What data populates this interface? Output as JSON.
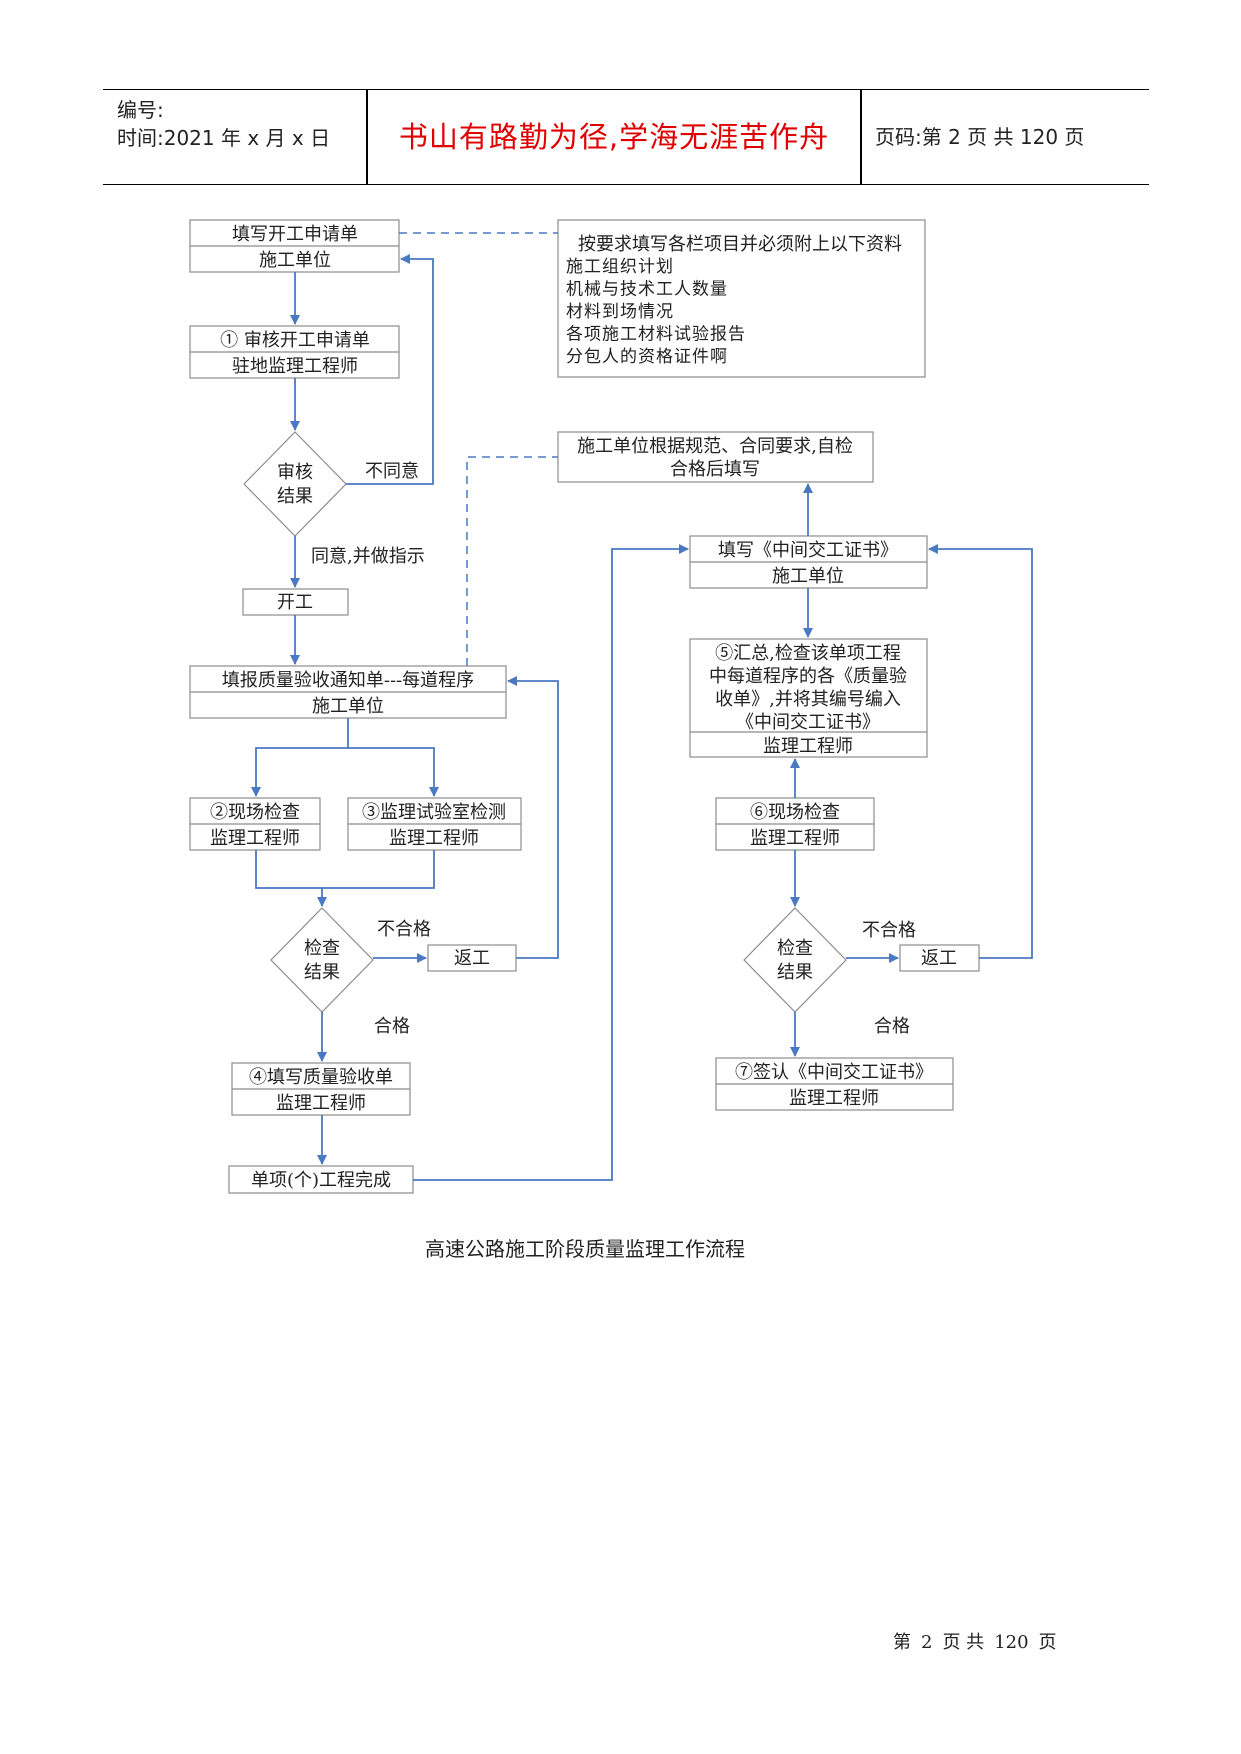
{
  "header": {
    "number_label": "编号:",
    "time_label": "时间:2021 年 x 月 x 日",
    "motto": "书山有路勤为径,学海无涯苦作舟",
    "page_label": "页码:第 2 页  共 120 页"
  },
  "flow": {
    "b1_top": "填写开工申请单",
    "b1_bot": "施工单位",
    "note1_title": "按要求填写各栏项目并必须附上以下资料",
    "note1_items": [
      "施工组织计划",
      "机械与技术工人数量",
      "材料到场情况",
      "各项施工材料试验报告",
      "分包人的资格证件啊"
    ],
    "b2_top": "① 审核开工申请单",
    "b2_bot": "驻地监理工程师",
    "d1_line1": "审核",
    "d1_line2": "结果",
    "disagree": "不同意",
    "agree": "同意,并做指示",
    "start": "开工",
    "b3_top": "填报质量验收通知单---每道程序",
    "b3_bot": "施工单位",
    "note2_line1": "施工单位根据规范、合同要求,自检",
    "note2_line2": "合格后填写",
    "b4_top": "②现场检查",
    "b4_bot": "监理工程师",
    "b5_top": "③监理试验室检测",
    "b5_bot": "监理工程师",
    "d2_line1": "检查",
    "d2_line2": "结果",
    "fail_left": "不合格",
    "rework_left": "返工",
    "pass_left": "合格",
    "b6_top": "④填写质量验收单",
    "b6_bot": "监理工程师",
    "single_done": "单项(个)工程完成",
    "r1_top": "填写《中间交工证书》",
    "r1_bot": "施工单位",
    "r2_l1": "⑤汇总,检查该单项工程",
    "r2_l2": "中每道程序的各《质量验",
    "r2_l3": "收单》,并将其编号编入",
    "r2_l4": "《中间交工证书》",
    "r2_bot": "监理工程师",
    "r3_top": "⑥现场检查",
    "r3_bot": "监理工程师",
    "d3_line1": "检查",
    "d3_line2": "结果",
    "fail_right": "不合格",
    "rework_right": "返工",
    "pass_right": "合格",
    "r4_top": "⑦签认《中间交工证书》",
    "r4_bot": "监理工程师"
  },
  "caption": "高速公路施工阶段质量监理工作流程",
  "footer": {
    "page_word": "第",
    "page": "2",
    "page_mid": "页 共",
    "total": "120",
    "page_end": "页"
  },
  "colors": {
    "arrow": "#4a78c2",
    "box_border": "#8c8c8c",
    "motto": "#e00000"
  }
}
